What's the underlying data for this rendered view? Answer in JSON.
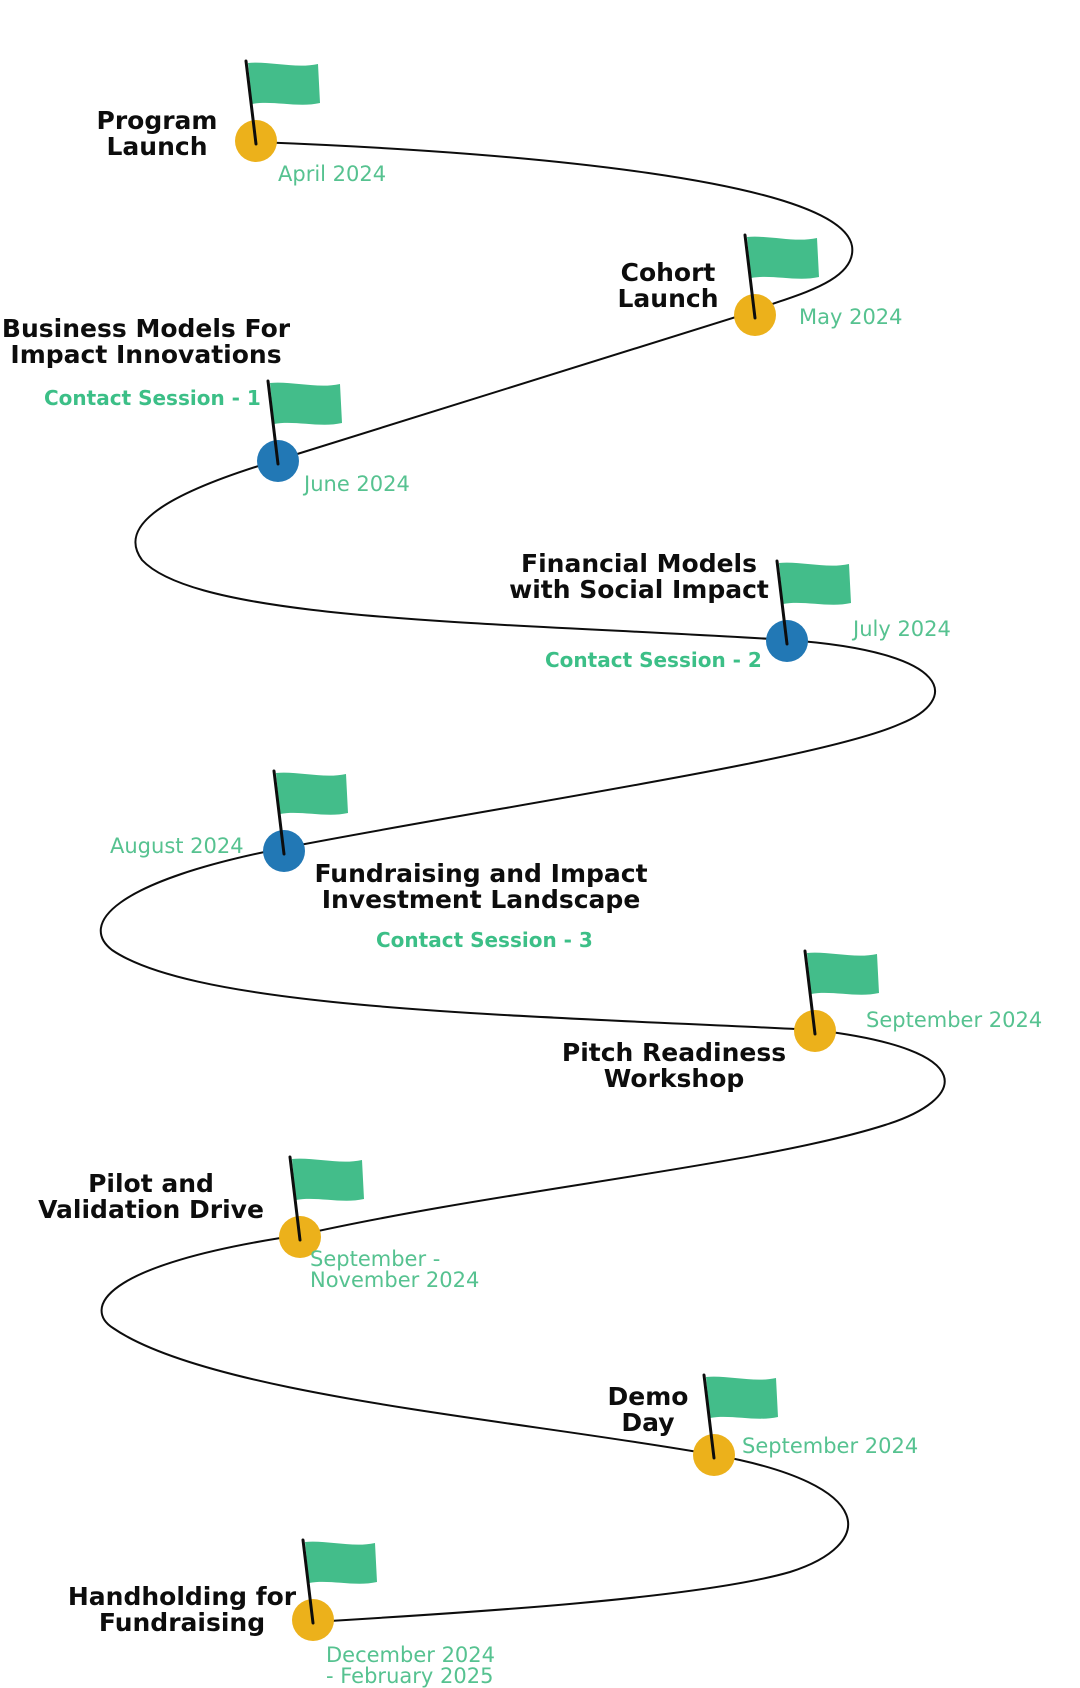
{
  "colors": {
    "path": "#0d0d0d",
    "flag": "#43bd8a",
    "pole": "#0d0d0d",
    "milestone_yellow": "#ecb11b",
    "milestone_blue": "#2278b5",
    "date_text": "#56c290",
    "session_text": "#3cbf87"
  },
  "milestones": [
    {
      "title": "Program\nLaunch",
      "date": "April 2024",
      "marker": "yellow"
    },
    {
      "title": "Cohort\nLaunch",
      "date": "May 2024",
      "marker": "yellow"
    },
    {
      "title": "Business Models For\nImpact Innovations",
      "date": "June 2024",
      "session": "Contact Session - 1",
      "marker": "blue"
    },
    {
      "title": "Financial Models\nwith Social Impact",
      "date": "July 2024",
      "session": "Contact Session - 2",
      "marker": "blue"
    },
    {
      "title": "Fundraising and Impact\nInvestment Landscape",
      "date": "August 2024",
      "session": "Contact Session - 3",
      "marker": "blue"
    },
    {
      "title": "Pitch Readiness\nWorkshop",
      "date": "September 2024",
      "marker": "yellow"
    },
    {
      "title": "Pilot and\nValidation Drive",
      "date": "September -\nNovember 2024",
      "marker": "yellow"
    },
    {
      "title": "Demo\nDay",
      "date": "September 2024",
      "marker": "yellow"
    },
    {
      "title": "Handholding for\nFundraising",
      "date": "December 2024\n- February 2025",
      "marker": "yellow"
    }
  ]
}
